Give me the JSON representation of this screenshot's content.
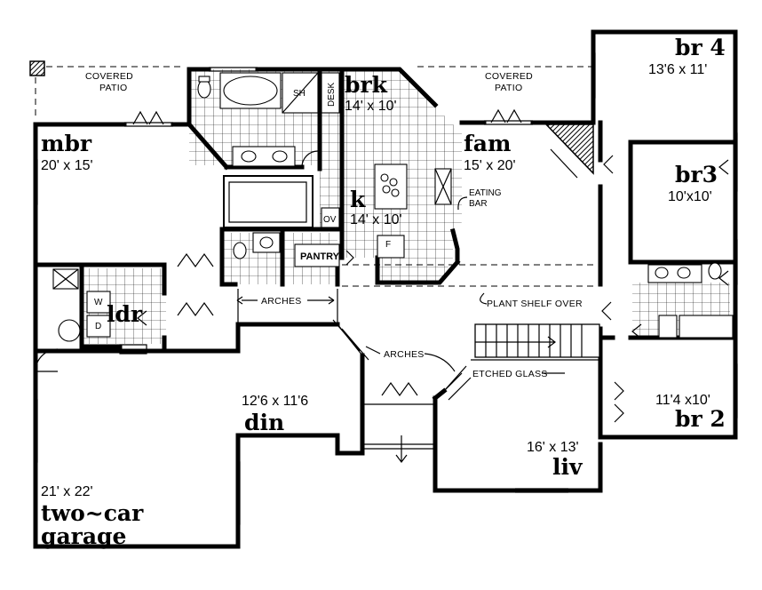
{
  "rooms": {
    "br4": {
      "name": "br 4",
      "dims": "13'6 x 11'"
    },
    "br3": {
      "name": "br3",
      "dims": "10'x10'"
    },
    "br2": {
      "name": "br 2",
      "dims": "11'4 x10'"
    },
    "mbr": {
      "name": "mbr",
      "dims": "20' x 15'"
    },
    "brk": {
      "name": "brk",
      "dims": "14' x 10'"
    },
    "k": {
      "name": "k",
      "dims": "14' x 10'"
    },
    "fam": {
      "name": "fam",
      "dims": "15' x 20'"
    },
    "ldr": {
      "name": "ldr"
    },
    "din": {
      "name": "din",
      "dims": "12'6 x 11'6"
    },
    "liv": {
      "name": "liv",
      "dims": "16' x 13'"
    },
    "garage": {
      "name_line1": "two~car",
      "name_line2": "garage",
      "dims": "21' x 22'"
    }
  },
  "annotations": {
    "patio_left": {
      "line1": "COVERED",
      "line2": "PATIO"
    },
    "patio_right": {
      "line1": "COVERED",
      "line2": "PATIO"
    },
    "arches_upper": "ARCHES",
    "arches_lower": "ARCHES",
    "plant_shelf": "PLANT SHELF OVER",
    "etched_glass": "ETCHED GLASS",
    "eating_bar": {
      "line1": "EATING",
      "line2": "BAR"
    },
    "pantry": "PANTRY",
    "desk": "DESK",
    "sh": "SH",
    "ov": "OV",
    "f": "F",
    "w": "W",
    "d": "D"
  }
}
